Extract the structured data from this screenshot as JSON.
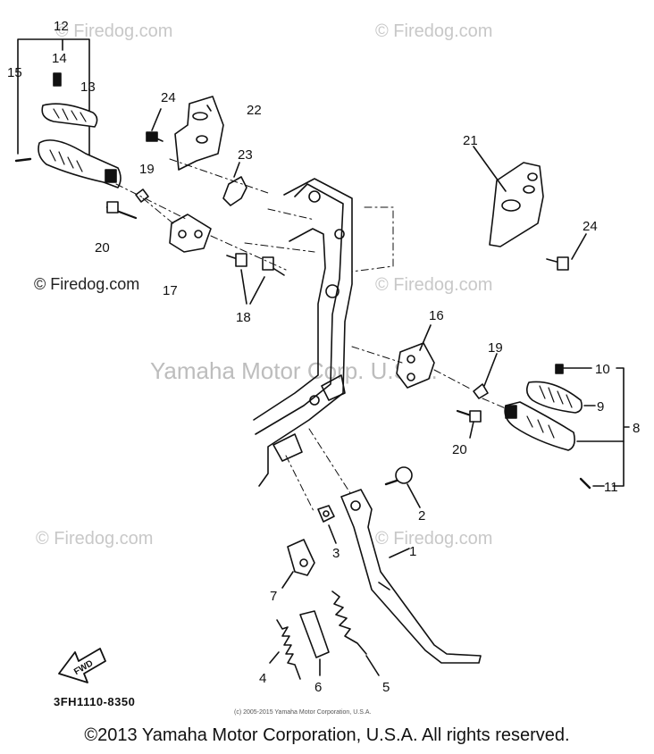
{
  "watermarks": {
    "site": "© Firedog.com",
    "center": "Yamaha Motor Corp. U.S.A."
  },
  "part_labels": [
    "1",
    "2",
    "3",
    "4",
    "5",
    "6",
    "7",
    "8",
    "9",
    "10",
    "11",
    "12",
    "13",
    "14",
    "15",
    "16",
    "17",
    "18",
    "19",
    "19",
    "20",
    "20",
    "21",
    "22",
    "23",
    "24",
    "24"
  ],
  "fwd_label": "FWD",
  "part_code": "3FH1110-8350",
  "small_copyright": "(c) 2005-2015 Yamaha Motor Corporation, U.S.A.",
  "footer": "©2013 Yamaha Motor Corporation, U.S.A. All rights reserved."
}
